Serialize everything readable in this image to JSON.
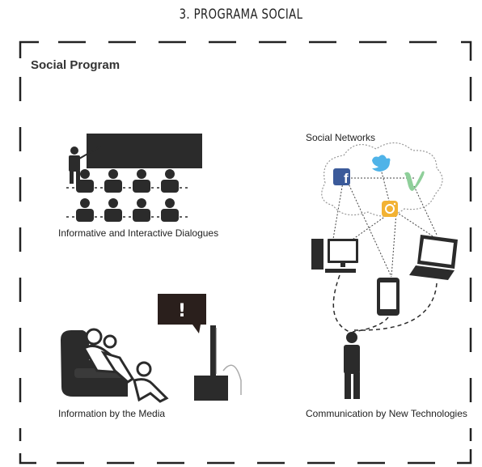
{
  "header": {
    "title": "3. PROGRAMA SOCIAL"
  },
  "panel": {
    "heading": "Social Program",
    "sections": {
      "dialogues": {
        "label": "Informative and Interactive Dialogues"
      },
      "media": {
        "label": "Information by the Media",
        "alert_symbol": "!"
      },
      "networks": {
        "label": "Social Networks"
      },
      "technologies": {
        "label": "Communication by New Technologies"
      }
    }
  },
  "icons": [
    "facebook-icon",
    "twitter-icon",
    "vimeo-icon",
    "instagram-icon",
    "desktop-icon",
    "smartphone-icon",
    "laptop-icon",
    "person-icon",
    "tv-icon",
    "armchair-icon"
  ],
  "colors": {
    "facebook": "#3b5a9a",
    "twitter": "#4fb3e8",
    "vimeo": "#8fcf9a",
    "instagram": "#f2b233",
    "ink": "#222222",
    "alert_box": "#2a1f1c"
  }
}
